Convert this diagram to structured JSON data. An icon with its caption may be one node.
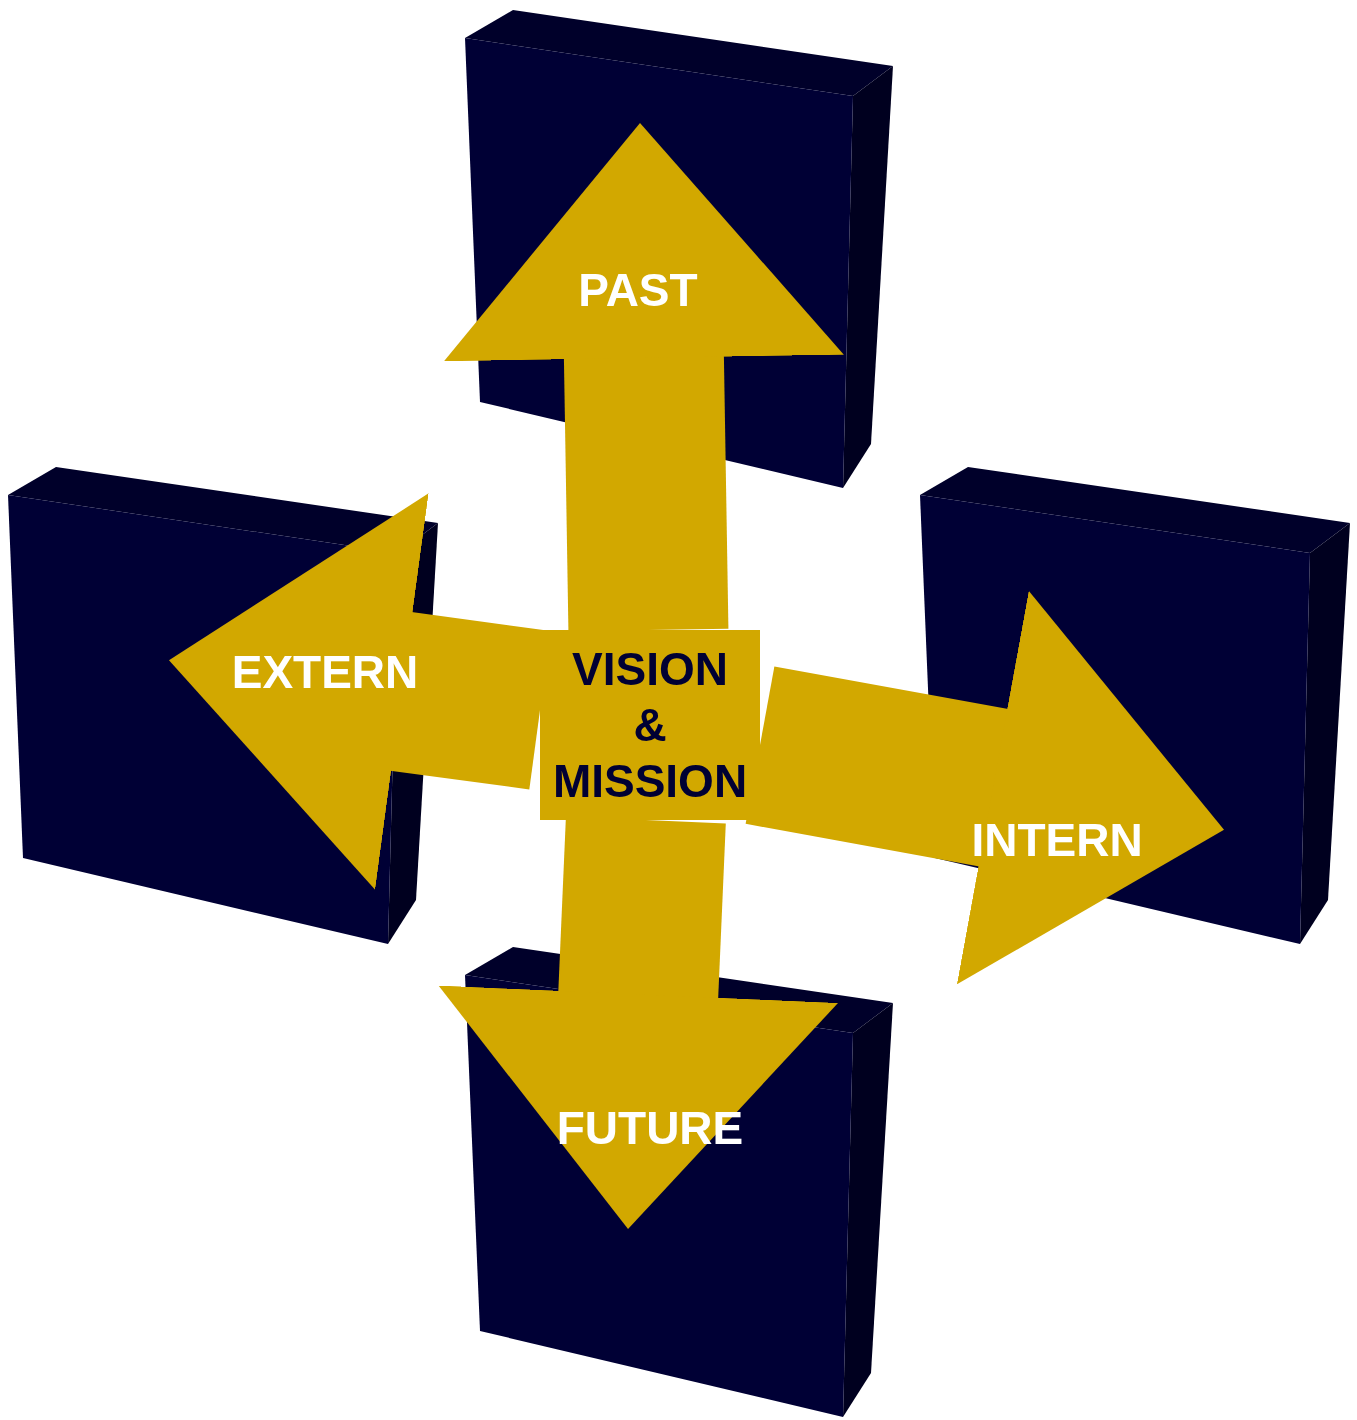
{
  "diagram": {
    "nodes": [
      {
        "text": [],
        "shape": "box"
      },
      {
        "text": [],
        "shape": "box"
      },
      {
        "text": [],
        "shape": "box"
      },
      {
        "text": [],
        "shape": "box"
      },
      {
        "text": [
          "VISION & MISSION"
        ]
      }
    ],
    "edges": [
      {
        "from": 4,
        "to": 0,
        "arrow": "to",
        "label": "PAST"
      },
      {
        "from": 4,
        "to": 1,
        "arrow": "to",
        "label": "EXTERN"
      },
      {
        "from": 4,
        "to": 2,
        "arrow": "to",
        "label": "INTERN"
      },
      {
        "from": 4,
        "to": 3,
        "arrow": "to",
        "label": "FUTURE"
      }
    ]
  }
}
